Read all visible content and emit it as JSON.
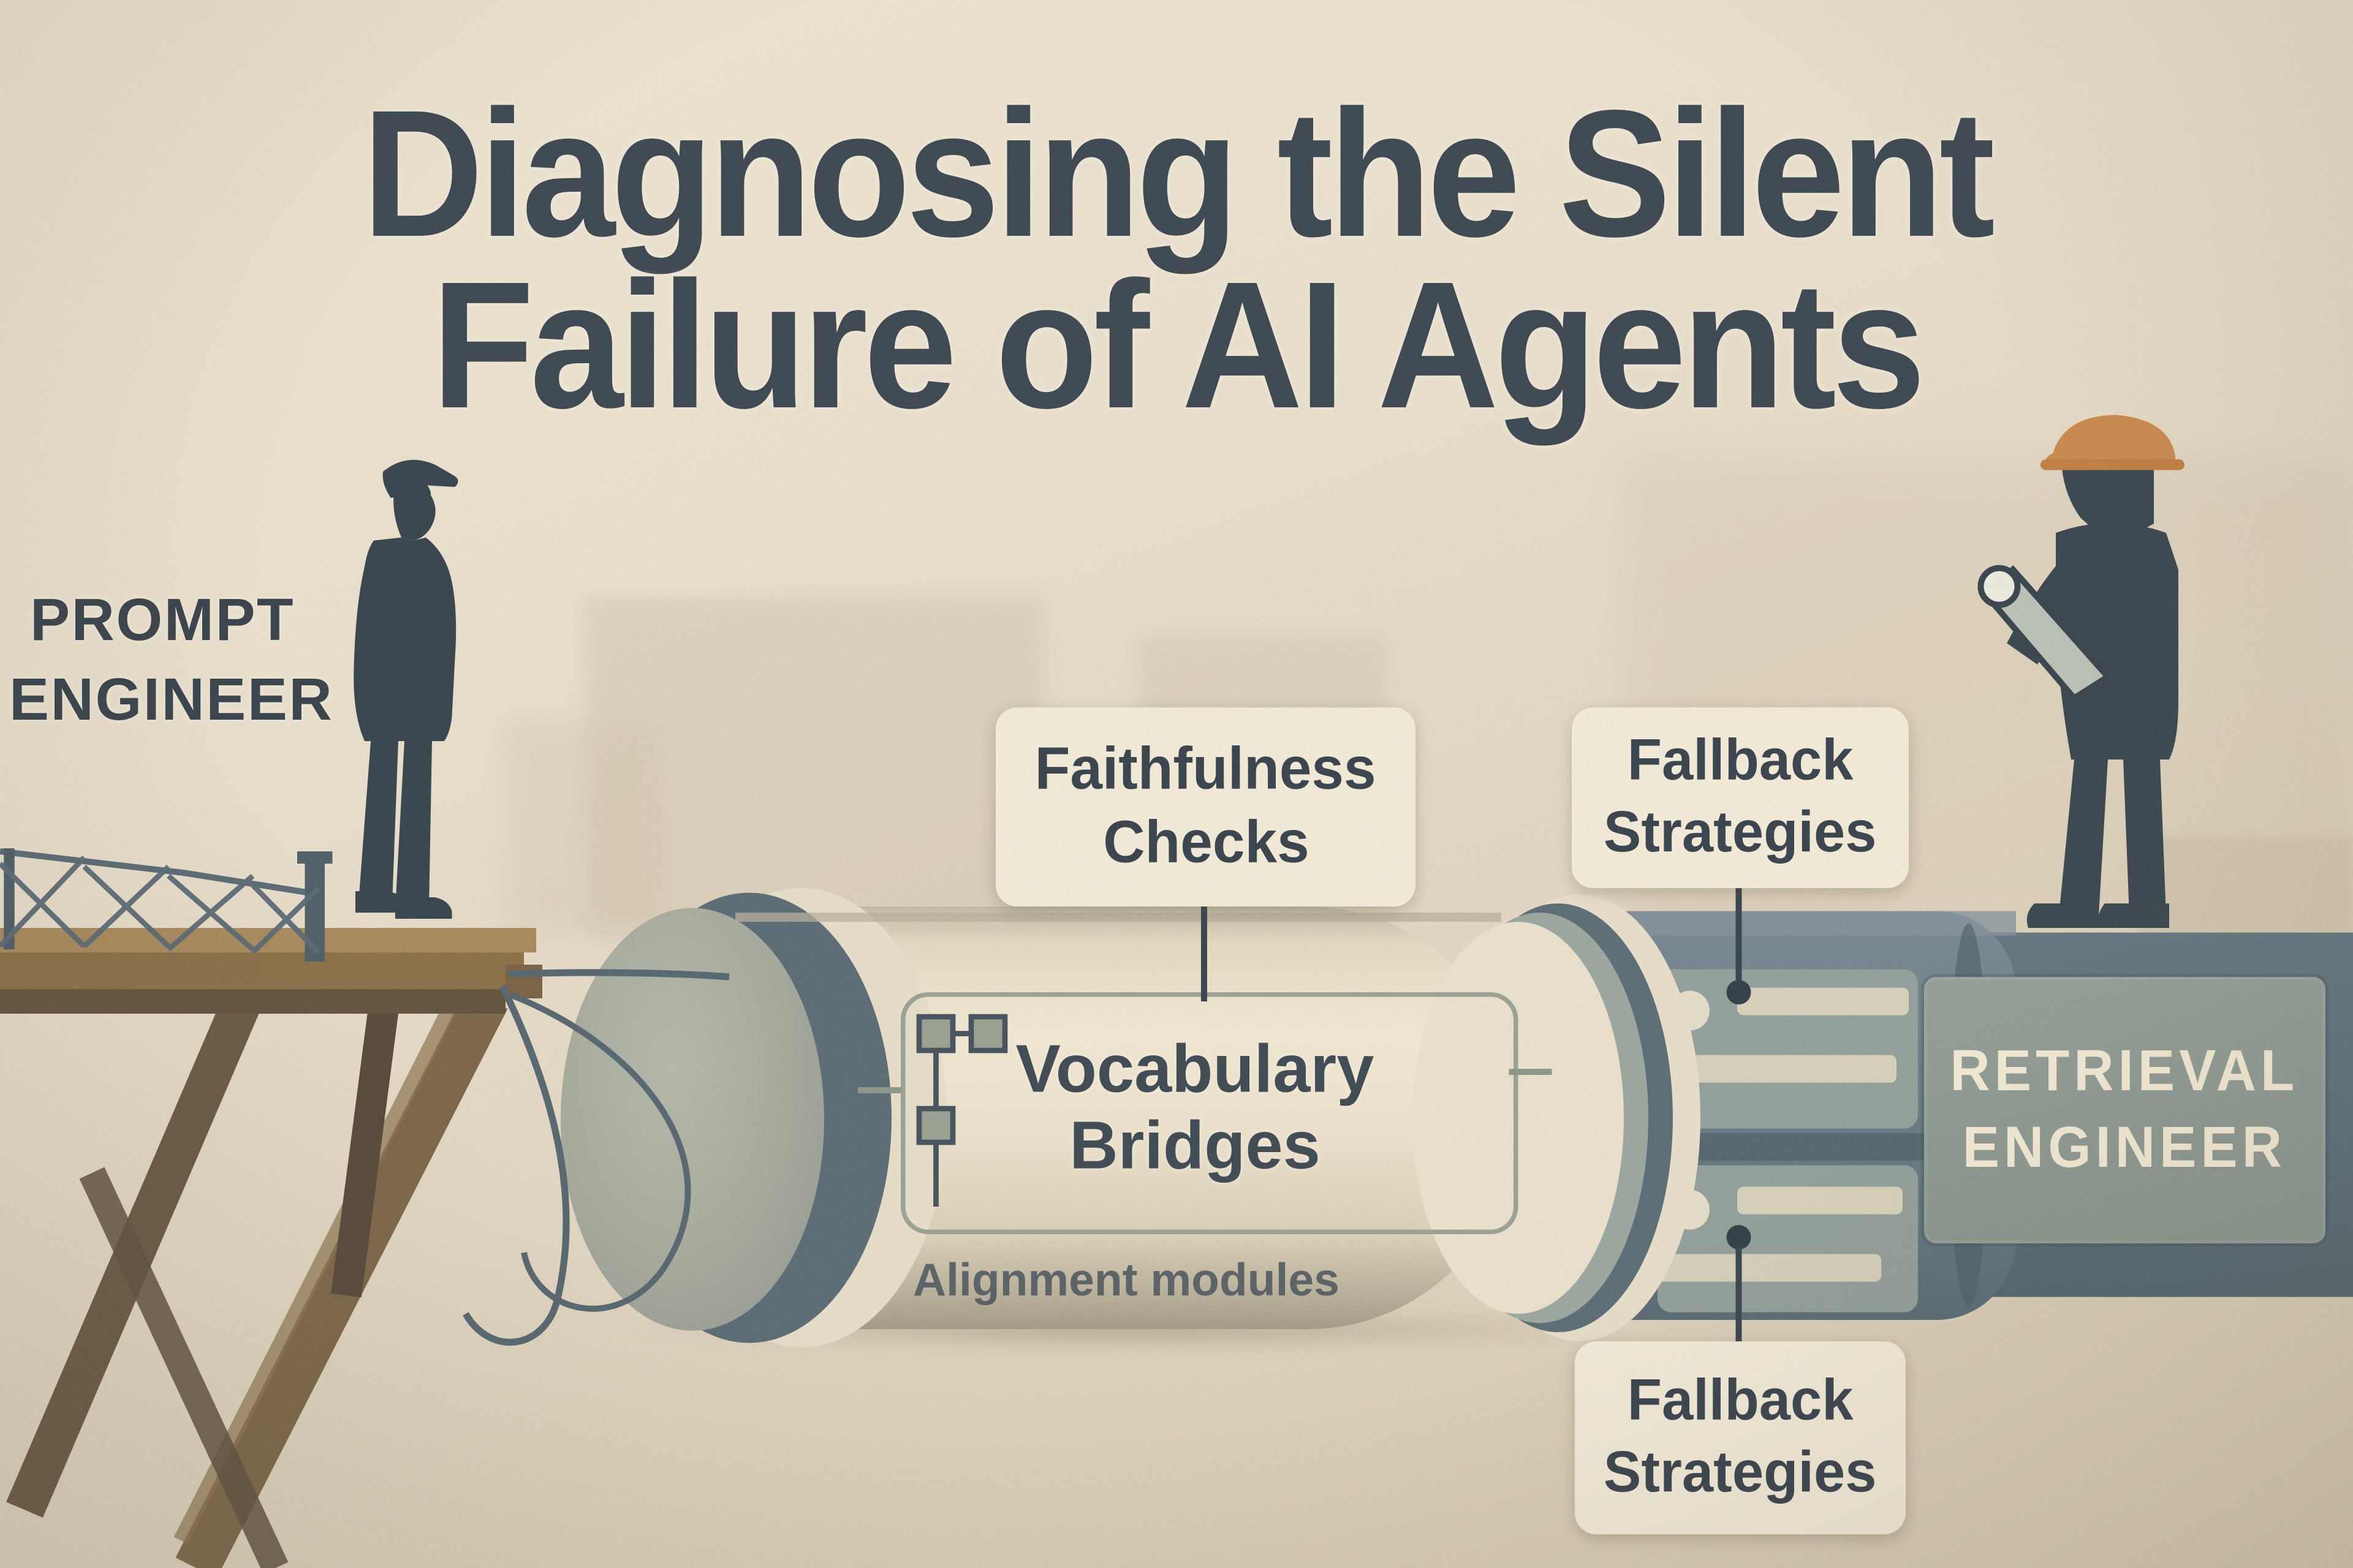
{
  "title": {
    "line1": "Diagnosing the Silent",
    "line2": "Failure of AI Agents"
  },
  "figures": {
    "prompt_engineer": {
      "label_line1": "PROMPT",
      "label_line2": "ENGINEER"
    },
    "retrieval_engineer": {
      "label_line1": "RETRIEVAL",
      "label_line2": "ENGINEER"
    }
  },
  "callouts": {
    "faithfulness_checks": {
      "line1": "Faithfulness",
      "line2": "Checks"
    },
    "fallback_strategies_top": {
      "line1": "Fallback",
      "line2": "Strategies"
    },
    "fallback_strategies_bottom": {
      "line1": "Fallback",
      "line2": "Strategies"
    }
  },
  "pipeline": {
    "module_line1": "Vocabulary",
    "module_line2": "Bridges",
    "caption": "Alignment modules"
  },
  "icons": {
    "flowchart": "flowchart-nodes-icon",
    "list_panel": "list-panel-icon",
    "hard_hat": "hard-hat-icon",
    "blueprint": "blueprint-roll-icon"
  },
  "colors": {
    "background": "#e6dcc6",
    "ink": "#3c4750",
    "callout_bg": "#f2ead7",
    "pipe_cream": "#e9e0ca",
    "pipe_dark_section": "#6d7d87",
    "wall": "#5e6f79",
    "retrieval_panel": "#8d9991",
    "label_cream": "#f1e9d2",
    "wood": "#8a7048",
    "hard_hat": "#c9894e",
    "cable": "#57676f"
  }
}
